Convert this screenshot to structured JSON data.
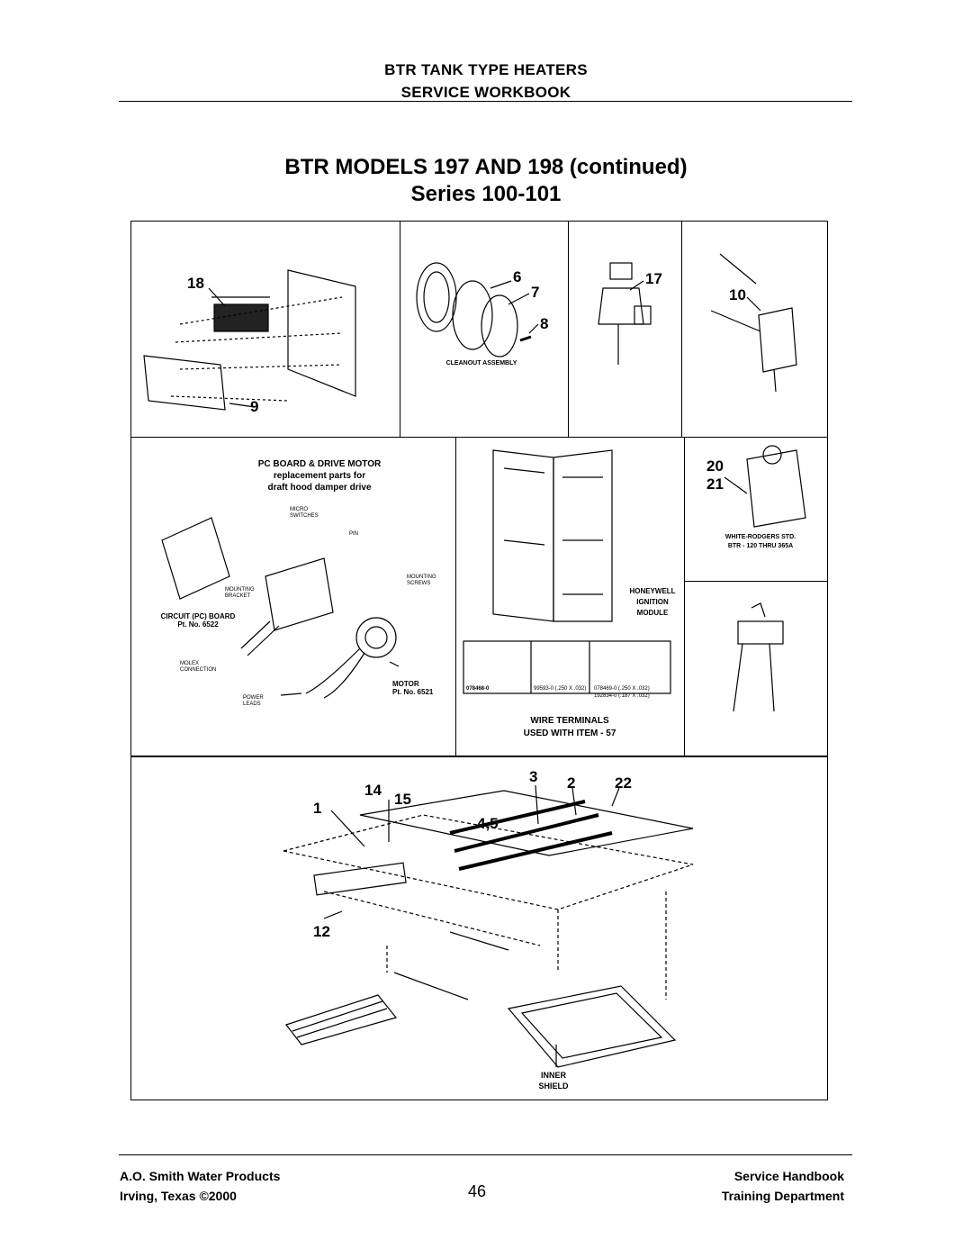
{
  "header": {
    "line1": "BTR TANK TYPE HEATERS",
    "line2": "SERVICE WORKBOOK"
  },
  "title": {
    "line1": "BTR MODELS 197 AND 198  (continued)",
    "line2": "Series 100-101"
  },
  "figure": {
    "cleanout_label": "CLEANOUT ASSEMBLY",
    "pc_board_title": "PC BOARD & DRIVE MOTOR",
    "pc_board_sub1": "replacement parts for",
    "pc_board_sub2": "draft hood damper drive",
    "micro_switches": "MICRO SWITCHES",
    "pin": "PIN",
    "mounting_screws": "MOUNTING SCREWS",
    "mounting_bracket": "MOUNTING BRACKET",
    "circuit_board": "CIRCUIT (PC) BOARD",
    "circuit_board_pt": "Pt. No. 6522",
    "molex": "MOLEX CONNECTION",
    "motor": "MOTOR",
    "motor_pt": "Pt. No. 6521",
    "power_leads": "POWER LEADS",
    "honeywell": "HONEYWELL",
    "ignition": "IGNITION",
    "module": "MODULE",
    "white_rodgers": "WHITE-RODGERS STD.",
    "btr_range": "BTR - 120 THRU 365A",
    "wire_terminals": "WIRE TERMINALS",
    "used_with": "USED WITH ITEM - 57",
    "terminal1": "078468-0",
    "terminal2": "99593-0 (.250 X .032)",
    "terminal3a": "078469-0 (.250 X .032)",
    "terminal3b": "192834-0 (.187 X .032)",
    "inner": "INNER",
    "shield": "SHIELD",
    "n18": "18",
    "n9": "9",
    "n6": "6",
    "n7": "7",
    "n8": "8",
    "n17": "17",
    "n10": "10",
    "n20": "20",
    "n21": "21",
    "n1": "1",
    "n14": "14",
    "n15": "15",
    "n3": "3",
    "n2": "2",
    "n22": "22",
    "n45": "4,5",
    "n12": "12"
  },
  "footer": {
    "left1": "A.O. Smith Water Products",
    "left2": "Irving, Texas ©2000",
    "page": "46",
    "right1": "Service Handbook",
    "right2": "Training Department"
  }
}
